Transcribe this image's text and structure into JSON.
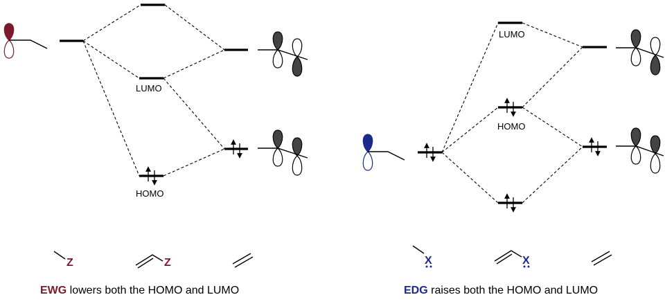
{
  "colors": {
    "ewg": "#7a1a2c",
    "edg": "#1a2a8a"
  },
  "left": {
    "lumo_label": "LUMO",
    "homo_label": "HOMO",
    "substituent_label": "Z",
    "substituent_label_2": "Z",
    "caption_strong": "EWG",
    "caption_rest": " lowers both the HOMO and LUMO"
  },
  "right": {
    "lumo_label": "LUMO",
    "homo_label": "HOMO",
    "substituent_label": "X",
    "substituent_label_2": "X",
    "caption_strong": "EDG",
    "caption_rest": " raises both the HOMO and LUMO"
  }
}
